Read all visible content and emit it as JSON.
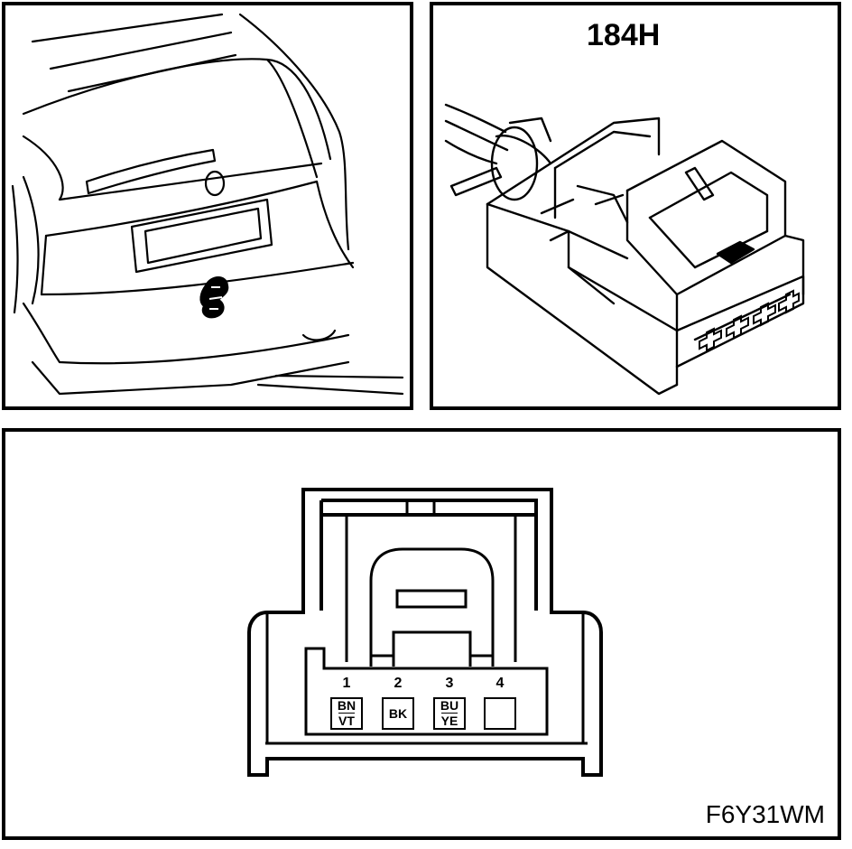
{
  "connector_label": "184H",
  "figure_code": "F6Y31WM",
  "pins": [
    {
      "number": "1",
      "wire": [
        "BN",
        "VT"
      ]
    },
    {
      "number": "2",
      "wire": [
        "BK"
      ]
    },
    {
      "number": "3",
      "wire": [
        "BU",
        "YE"
      ]
    },
    {
      "number": "4",
      "wire": []
    }
  ],
  "colors": {
    "line": "#000000",
    "background": "#ffffff"
  }
}
